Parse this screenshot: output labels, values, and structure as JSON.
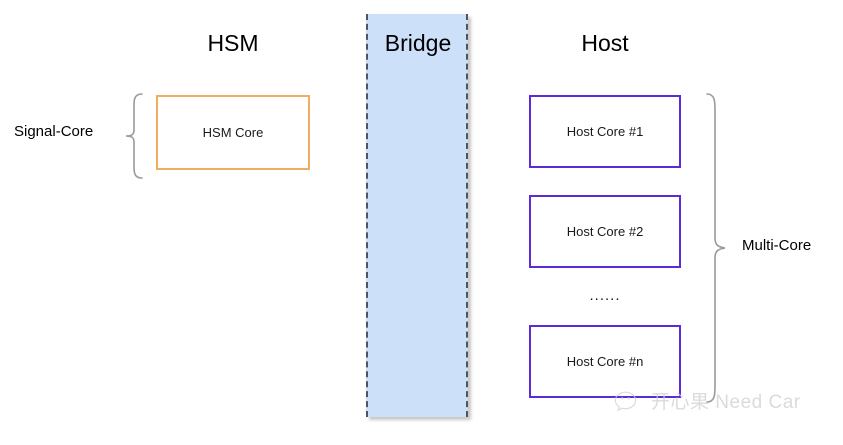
{
  "diagram": {
    "columns": {
      "hsm": {
        "title": "HSM"
      },
      "bridge": {
        "title": "Bridge"
      },
      "host": {
        "title": "Host"
      }
    },
    "hsm_section": {
      "group_label": "Signal-Core",
      "cores": [
        {
          "label": "HSM Core"
        }
      ]
    },
    "host_section": {
      "group_label": "Multi-Core",
      "ellipsis": "......",
      "cores": [
        {
          "label": "Host Core #1"
        },
        {
          "label": "Host Core #2"
        },
        {
          "label": "Host Core #n"
        }
      ]
    },
    "watermark": {
      "text": "开心果 Need Car",
      "icon": "wechat-icon"
    },
    "colors": {
      "hsm_core_border": "#f0ad60",
      "host_core_border": "#5b2bd6",
      "bridge_fill": "#cce0fa",
      "bridge_border": "#4d5560",
      "brace": "#9a9a9a",
      "watermark": "#cfcfcf",
      "background": "#ffffff"
    }
  }
}
